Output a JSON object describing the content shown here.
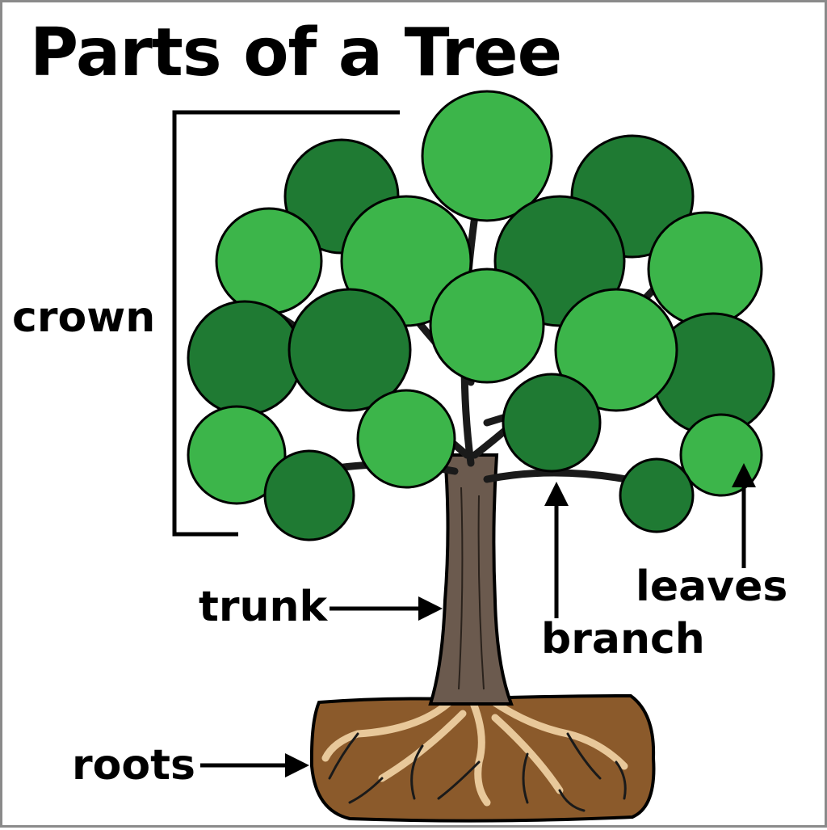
{
  "title": "Parts of a Tree",
  "labels": {
    "crown": "crown",
    "trunk": "trunk",
    "leaves": "leaves",
    "branch": "branch",
    "roots": "roots"
  },
  "colors": {
    "leaf_light": "#3cb54a",
    "leaf_dark": "#1f7a33",
    "trunk": "#6b5a4e",
    "soil": "#8b5a2b",
    "roots": "#e8c89a",
    "line": "#000000"
  }
}
